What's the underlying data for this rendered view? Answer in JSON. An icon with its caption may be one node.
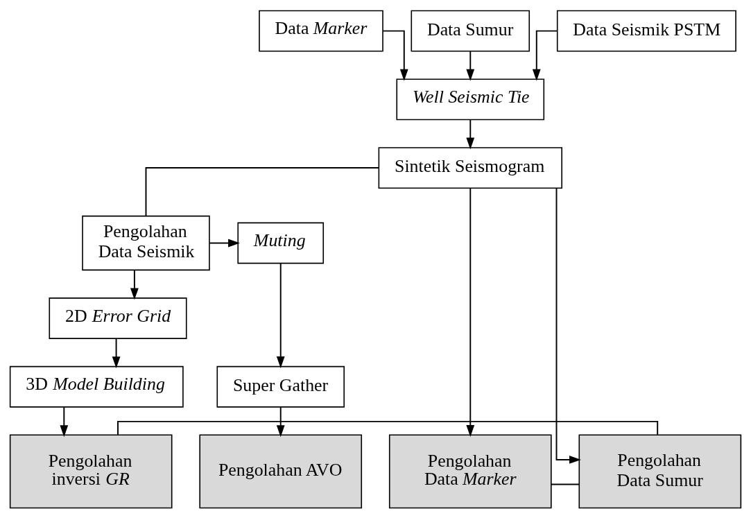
{
  "diagram": {
    "nodes": [
      {
        "text": [
          "Data *Marker*"
        ]
      },
      {
        "text": [
          "Data Sumur"
        ]
      },
      {
        "text": [
          "Data Seismik PSTM"
        ]
      },
      {
        "text": [
          "*Well Seismic Tie*"
        ]
      },
      {
        "text": [
          "Sintetik Seismogram"
        ]
      },
      {
        "text": [
          "Pengolahan Data Seismik"
        ]
      },
      {
        "text": [
          "*Muting*"
        ]
      },
      {
        "text": [
          "2D *Error Grid*"
        ]
      },
      {
        "text": [
          "Super Gather"
        ]
      },
      {
        "text": [
          "3D *Model Building*"
        ]
      },
      {
        "text": [
          "Pengolahan Data *Marker*"
        ]
      },
      {
        "text": [
          "Pengolahan Data Sumur"
        ]
      },
      {
        "text": [
          "Pengolahan inversi *GR*"
        ]
      },
      {
        "text": [
          "Pengolahan AVO"
        ]
      }
    ],
    "edges": [
      {
        "from": 0,
        "to": 3,
        "arrow": "to"
      },
      {
        "from": 1,
        "to": 3,
        "arrow": "to"
      },
      {
        "from": 2,
        "to": 3,
        "arrow": "to"
      },
      {
        "from": 3,
        "to": 4,
        "arrow": "to"
      },
      {
        "from": 4,
        "to": 10,
        "arrow": "to"
      },
      {
        "from": 4,
        "to": 11,
        "arrow": "to"
      },
      {
        "from": 4,
        "to": 5,
        "arrow": "none"
      },
      {
        "from": 5,
        "to": 6,
        "arrow": "to"
      },
      {
        "from": 5,
        "to": 7,
        "arrow": "to"
      },
      {
        "from": 7,
        "to": 9,
        "arrow": "to"
      },
      {
        "from": 9,
        "to": 12,
        "arrow": "to"
      },
      {
        "from": 6,
        "to": 8,
        "arrow": "to"
      },
      {
        "from": 8,
        "to": 13,
        "arrow": "to"
      },
      {
        "from": 10,
        "to": 11,
        "arrow": "none"
      },
      {
        "from": 11,
        "to": 12,
        "arrow": "none"
      }
    ]
  }
}
